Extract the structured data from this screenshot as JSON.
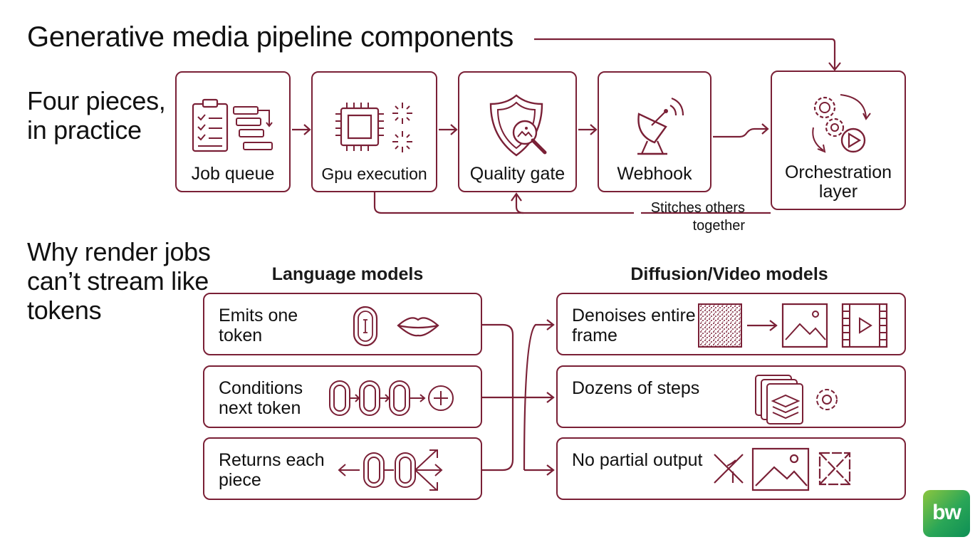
{
  "title": "Generative media pipeline components",
  "subtitle_top": "Four pieces, in practice",
  "subtitle_bottom": "Why render jobs can’t stream like tokens",
  "pipeline": {
    "stages": [
      {
        "label": "Job queue",
        "icon": "clipboard-queue-icon"
      },
      {
        "label": "Gpu execution",
        "icon": "gpu-chip-icon"
      },
      {
        "label": "Quality gate",
        "icon": "shield-magnifier-icon"
      },
      {
        "label": "Webhook",
        "icon": "satellite-dish-icon"
      },
      {
        "label": "Orchestration layer",
        "icon": "gears-play-icon"
      }
    ],
    "loop_note": "Stitches others together"
  },
  "comparison": {
    "left_heading": "Language models",
    "right_heading": "Diffusion/Video models",
    "left_rows": [
      {
        "label": "Emits one token",
        "icon": "token-mouth-icon"
      },
      {
        "label": "Conditions next token",
        "icon": "token-chain-plus-icon"
      },
      {
        "label": "Returns each piece",
        "icon": "token-stream-arrows-icon"
      }
    ],
    "right_rows": [
      {
        "label": "Denoises entire frame",
        "icon": "noise-to-image-film-icon"
      },
      {
        "label": "Dozens of steps",
        "icon": "layers-gear-icon"
      },
      {
        "label": "No partial output",
        "icon": "crossed-partial-image-icon"
      }
    ]
  },
  "logo": {
    "text": "bw"
  },
  "colors": {
    "accent": "#7a2036",
    "text": "#111111",
    "logo_green": "#2aa657"
  }
}
